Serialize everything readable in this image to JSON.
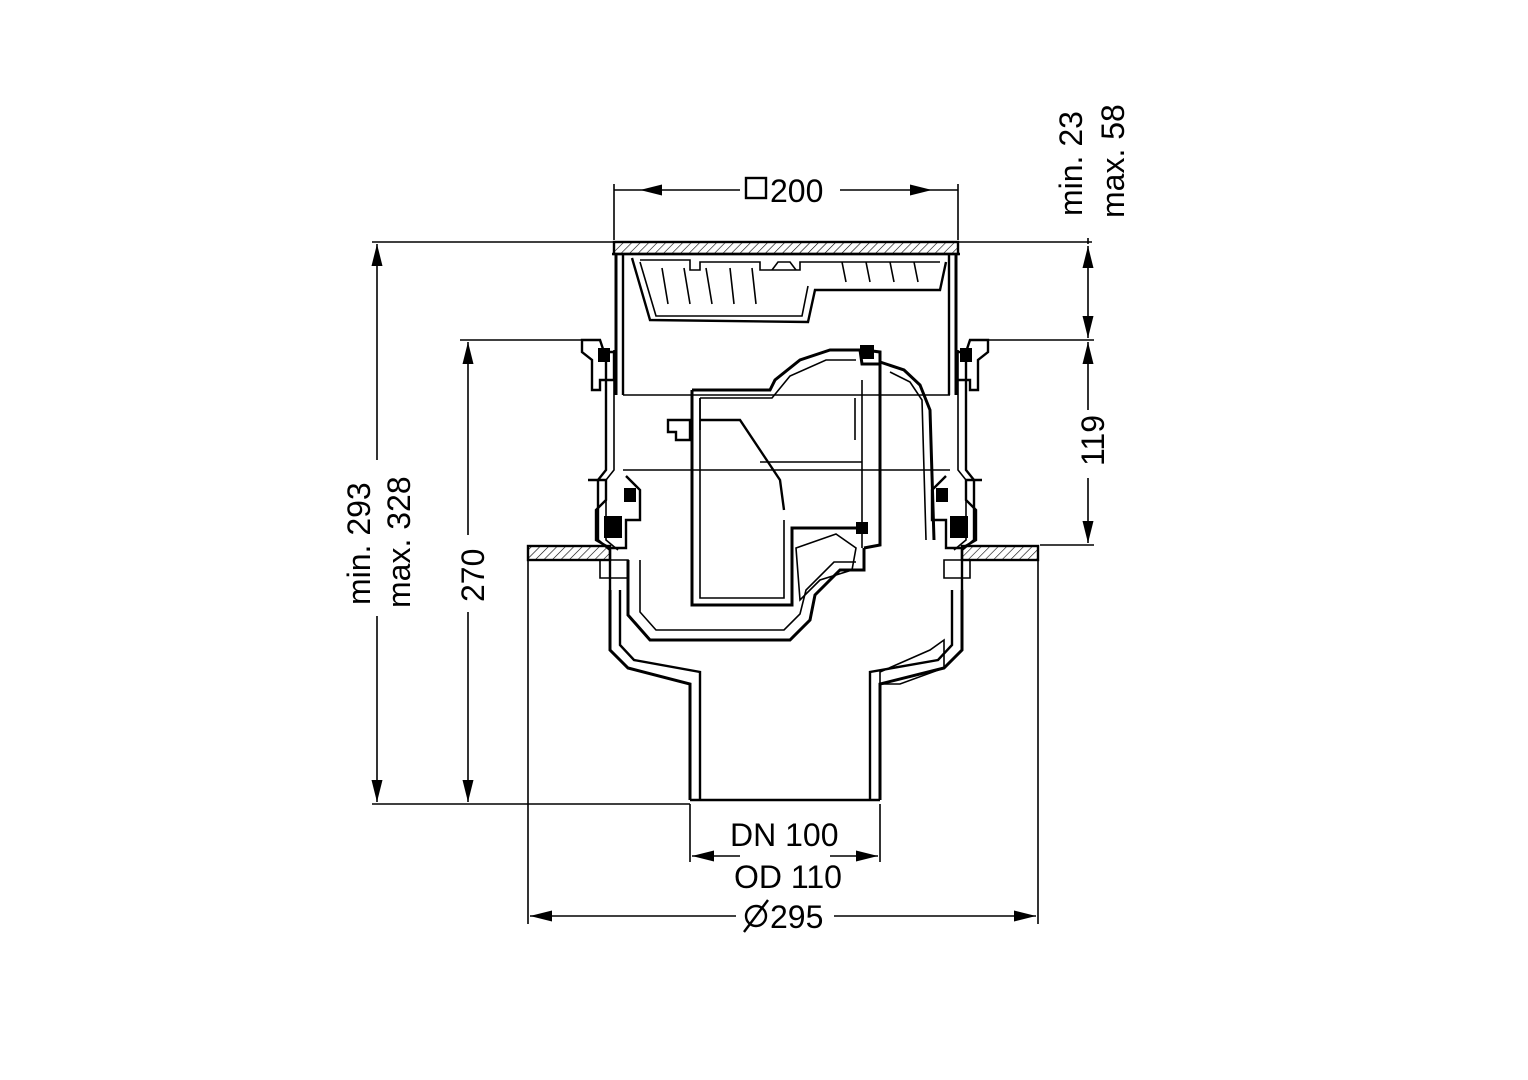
{
  "dimensions": {
    "grate_square": "200",
    "adjust_min": "min. 23",
    "adjust_max": "max. 58",
    "flange_height": "119",
    "total_min": "min. 293",
    "total_max": "max. 328",
    "body_height": "270",
    "outlet_dn": "DN 100",
    "outlet_od": "OD 110",
    "flange_diameter": "295"
  },
  "symbols": {
    "square": "square-symbol",
    "diameter": "diameter-symbol"
  },
  "colors": {
    "line": "#000000",
    "background": "#ffffff"
  }
}
